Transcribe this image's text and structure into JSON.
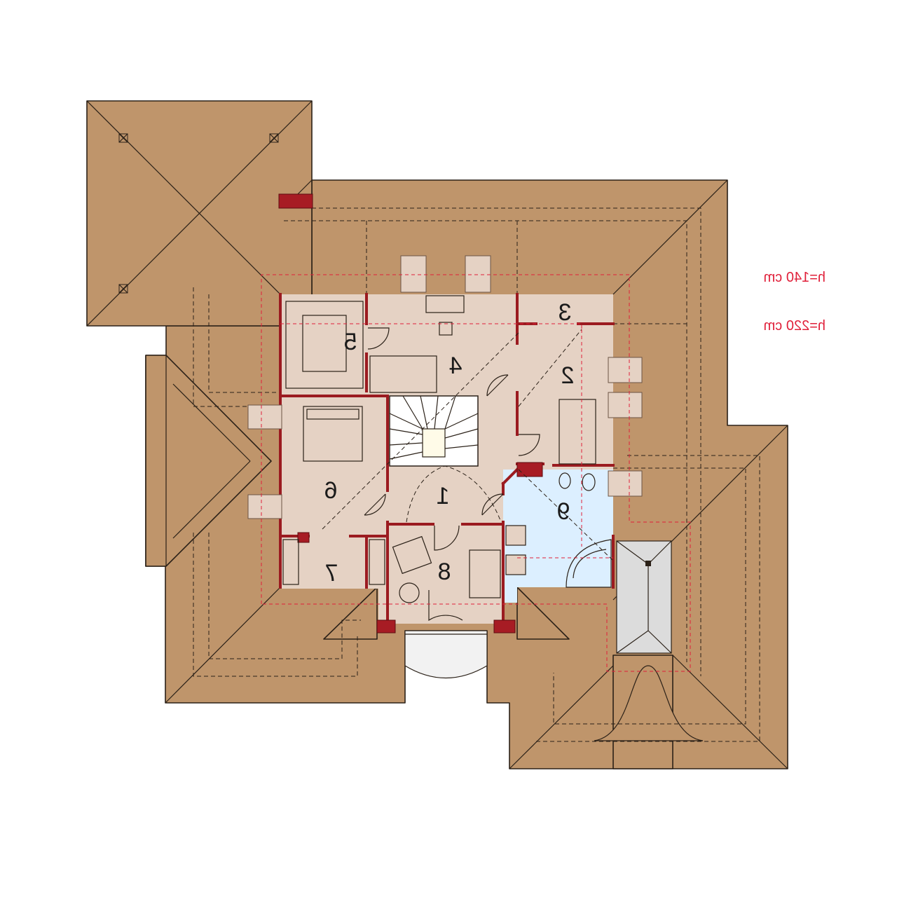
{
  "rooms": [
    {
      "id": "1",
      "label": "1"
    },
    {
      "id": "2",
      "label": "2"
    },
    {
      "id": "3",
      "label": "3"
    },
    {
      "id": "4",
      "label": "4"
    },
    {
      "id": "5",
      "label": "5"
    },
    {
      "id": "6",
      "label": "6"
    },
    {
      "id": "7",
      "label": "7"
    },
    {
      "id": "8",
      "label": "8"
    },
    {
      "id": "9",
      "label": "9"
    }
  ],
  "height_legend": {
    "h140": "h=140 cm",
    "h220": "h=220 cm"
  },
  "colors": {
    "roof": "#bf956b",
    "room_floor": "#e5d2c4",
    "bathroom_floor": "#dcefff",
    "walls": "#a71c24",
    "height_line": "#e0203a"
  }
}
